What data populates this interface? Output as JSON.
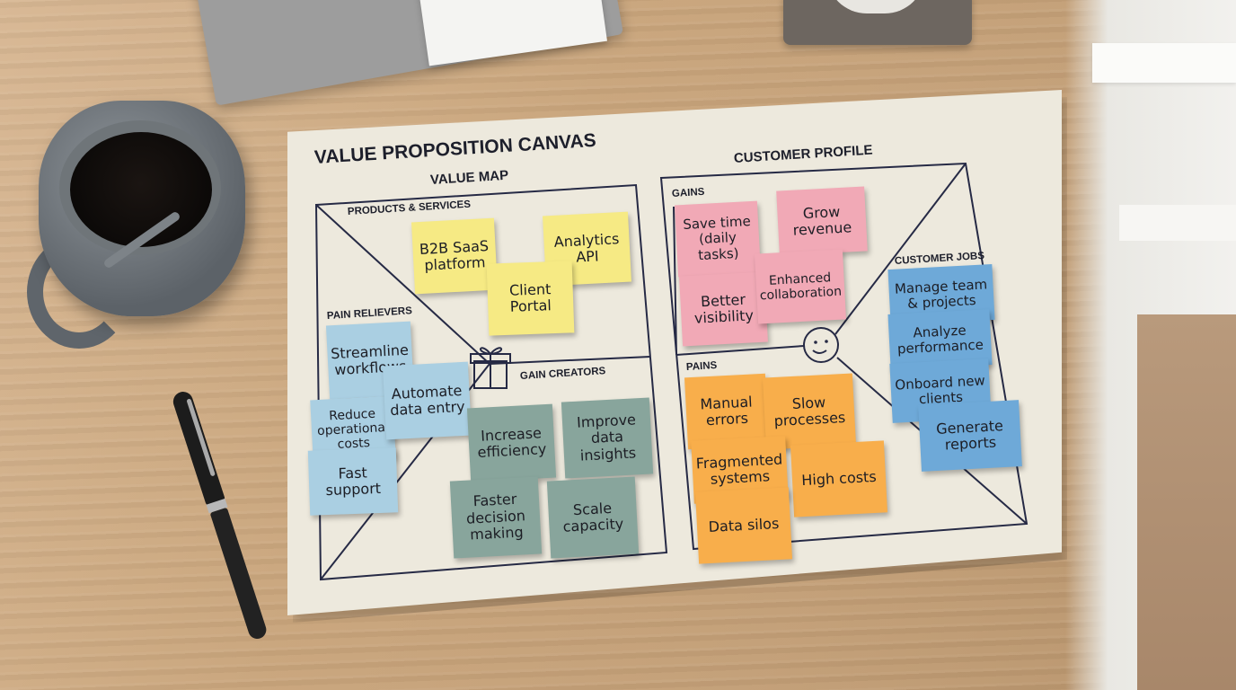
{
  "canvas": {
    "title": "VALUE PROPOSITION CANVAS",
    "value_map": {
      "heading": "VALUE MAP",
      "products_services": {
        "label": "PRODUCTS & SERVICES",
        "notes": [
          "B2B SaaS platform",
          "Analytics API",
          "Client Portal"
        ]
      },
      "pain_relievers": {
        "label": "PAIN RELIEVERS",
        "notes": [
          "Streamline workflows",
          "Automate data entry",
          "Reduce operational costs",
          "Fast support"
        ]
      },
      "gain_creators": {
        "label": "GAIN CREATORS",
        "notes": [
          "Increase efficiency",
          "Improve data insights",
          "Faster decision making",
          "Scale capacity"
        ]
      }
    },
    "customer_profile": {
      "heading": "CUSTOMER PROFILE",
      "gains": {
        "label": "GAINS",
        "notes": [
          "Save time (daily tasks)",
          "Grow revenue",
          "Better visibility",
          "Enhanced collaboration"
        ]
      },
      "pains": {
        "label": "PAINS",
        "notes": [
          "Manual errors",
          "Slow processes",
          "Fragmented systems",
          "High costs",
          "Data silos"
        ]
      },
      "customer_jobs": {
        "label": "CUSTOMER JOBS",
        "notes": [
          "Manage team & projects",
          "Analyze performance",
          "Onboard new clients",
          "Generate reports"
        ]
      }
    }
  },
  "colors": {
    "products": "#f6ea84",
    "pain_relievers": "#aacfe2",
    "gain_creators": "#88a59c",
    "gains": "#f1a9b6",
    "pains": "#f8ae4b",
    "customer_jobs": "#6ea9d8"
  }
}
